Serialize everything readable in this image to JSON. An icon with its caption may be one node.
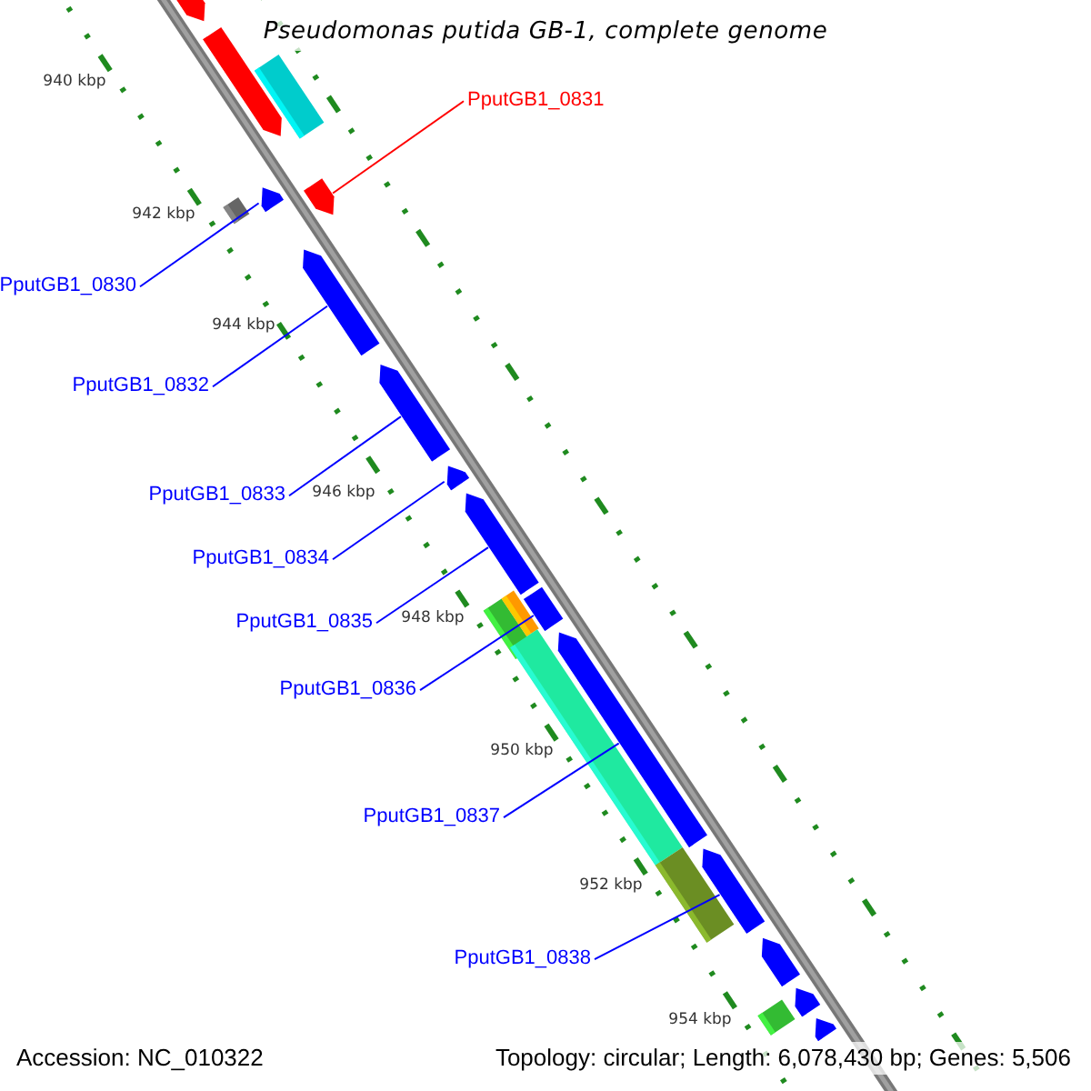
{
  "diagram": {
    "title": "Pseudomonas putida GB-1, complete genome",
    "nodes": [
      {
        "text": [
          "PputGB1_0831"
        ]
      },
      {
        "text": [
          "PputGB1_0830"
        ]
      },
      {
        "text": [
          "PputGB1_0832"
        ]
      },
      {
        "text": [
          "PputGB1_0833"
        ]
      },
      {
        "text": [
          "PputGB1_0834"
        ]
      },
      {
        "text": [
          "PputGB1_0835"
        ]
      },
      {
        "text": [
          "PputGB1_0836"
        ]
      },
      {
        "text": [
          "PputGB1_0837"
        ]
      },
      {
        "text": [
          "PputGB1_0838"
        ]
      },
      {
        "text": [],
        "shape": "arrow"
      },
      {
        "text": [],
        "shape": "bar"
      },
      {
        "text": [],
        "shape": "arrow"
      },
      {
        "text": [],
        "shape": "bar"
      },
      {
        "text": [],
        "shape": "arrow"
      },
      {
        "text": [],
        "shape": "arrow"
      },
      {
        "text": [],
        "shape": "arrow"
      },
      {
        "text": [],
        "shape": "arrow"
      },
      {
        "text": [],
        "shape": "arrow"
      },
      {
        "text": [],
        "shape": "arrow"
      },
      {
        "text": [],
        "shape": "bar"
      },
      {
        "text": [],
        "shape": "bar"
      },
      {
        "text": [],
        "shape": "bar"
      },
      {
        "text": [],
        "shape": "bar"
      },
      {
        "text": [],
        "shape": "arrow"
      },
      {
        "text": [],
        "shape": "bar"
      },
      {
        "text": [],
        "shape": "arrow"
      },
      {
        "text": [],
        "shape": "arrow"
      },
      {
        "text": [],
        "shape": "arrow"
      },
      {
        "text": [],
        "shape": "bar"
      },
      {
        "text": [],
        "shape": "arrow"
      }
    ],
    "edges": [
      {
        "from": 0,
        "to": 14,
        "arrow": "none",
        "color": "#ff0000"
      },
      {
        "from": 1,
        "to": 13,
        "arrow": "none"
      },
      {
        "from": 2,
        "to": 15,
        "arrow": "none"
      },
      {
        "from": 3,
        "to": 16,
        "arrow": "none"
      },
      {
        "from": 4,
        "to": 17,
        "arrow": "none"
      },
      {
        "from": 5,
        "to": 18,
        "arrow": "none"
      },
      {
        "from": 6,
        "to": 21,
        "arrow": "none"
      },
      {
        "from": 7,
        "to": 23,
        "arrow": "none"
      },
      {
        "from": 8,
        "to": 25,
        "arrow": "none"
      }
    ],
    "labels": [
      "940 kbp",
      "942 kbp",
      "944 kbp",
      "946 kbp",
      "948 kbp",
      "950 kbp",
      "952 kbp",
      "954 kbp",
      "Accession: NC_010322",
      "Topology: circular; Length: 6,078,430 bp; Genes: 5,506"
    ]
  }
}
